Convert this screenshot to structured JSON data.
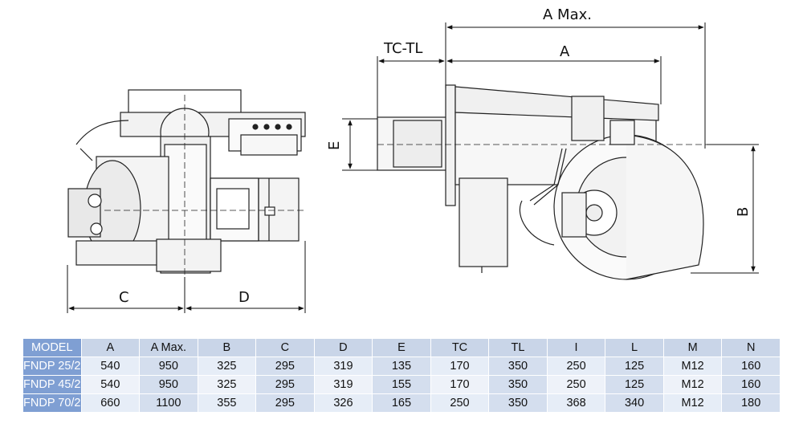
{
  "drawing": {
    "left_view_labels": {
      "c": "C",
      "d": "D"
    },
    "right_view_labels": {
      "a_max": "A  Max.",
      "a": "A",
      "tc_tl": "TC-TL",
      "e": "E",
      "b": "B"
    }
  },
  "table": {
    "headers": [
      "MODEL",
      "A",
      "A Max.",
      "B",
      "C",
      "D",
      "E",
      "TC",
      "TL",
      "I",
      "L",
      "M",
      "N"
    ],
    "rows": [
      [
        "FNDP 25/2",
        "540",
        "950",
        "325",
        "295",
        "319",
        "135",
        "170",
        "350",
        "250",
        "125",
        "M12",
        "160"
      ],
      [
        "FNDP 45/2",
        "540",
        "950",
        "325",
        "295",
        "319",
        "155",
        "170",
        "350",
        "250",
        "125",
        "M12",
        "160"
      ],
      [
        "FNDP 70/2",
        "660",
        "1100",
        "355",
        "295",
        "326",
        "165",
        "250",
        "350",
        "368",
        "340",
        "M12",
        "180"
      ]
    ]
  }
}
